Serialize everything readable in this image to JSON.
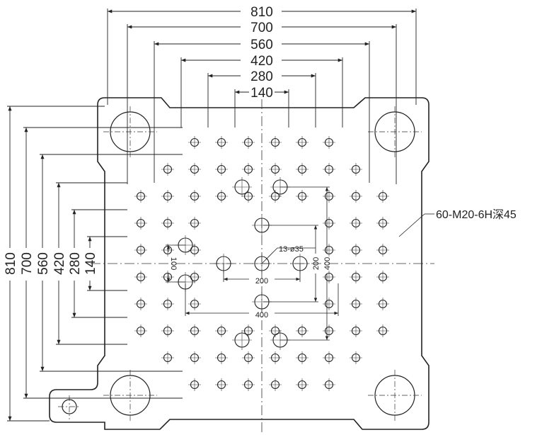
{
  "dimensions": {
    "horizontal": [
      "810",
      "700",
      "560",
      "420",
      "280",
      "140"
    ],
    "vertical": [
      "810",
      "700",
      "560",
      "420",
      "280",
      "140"
    ],
    "inner_100": "100",
    "inner_200_h": "200",
    "inner_200_v": "200",
    "inner_400_h": "400",
    "inner_400_v": "400"
  },
  "callouts": {
    "tapped_holes": "60-M20-6H深45",
    "center_holes": "13-ø35"
  },
  "colors": {
    "line": "#222222",
    "center_line": "#333333"
  }
}
